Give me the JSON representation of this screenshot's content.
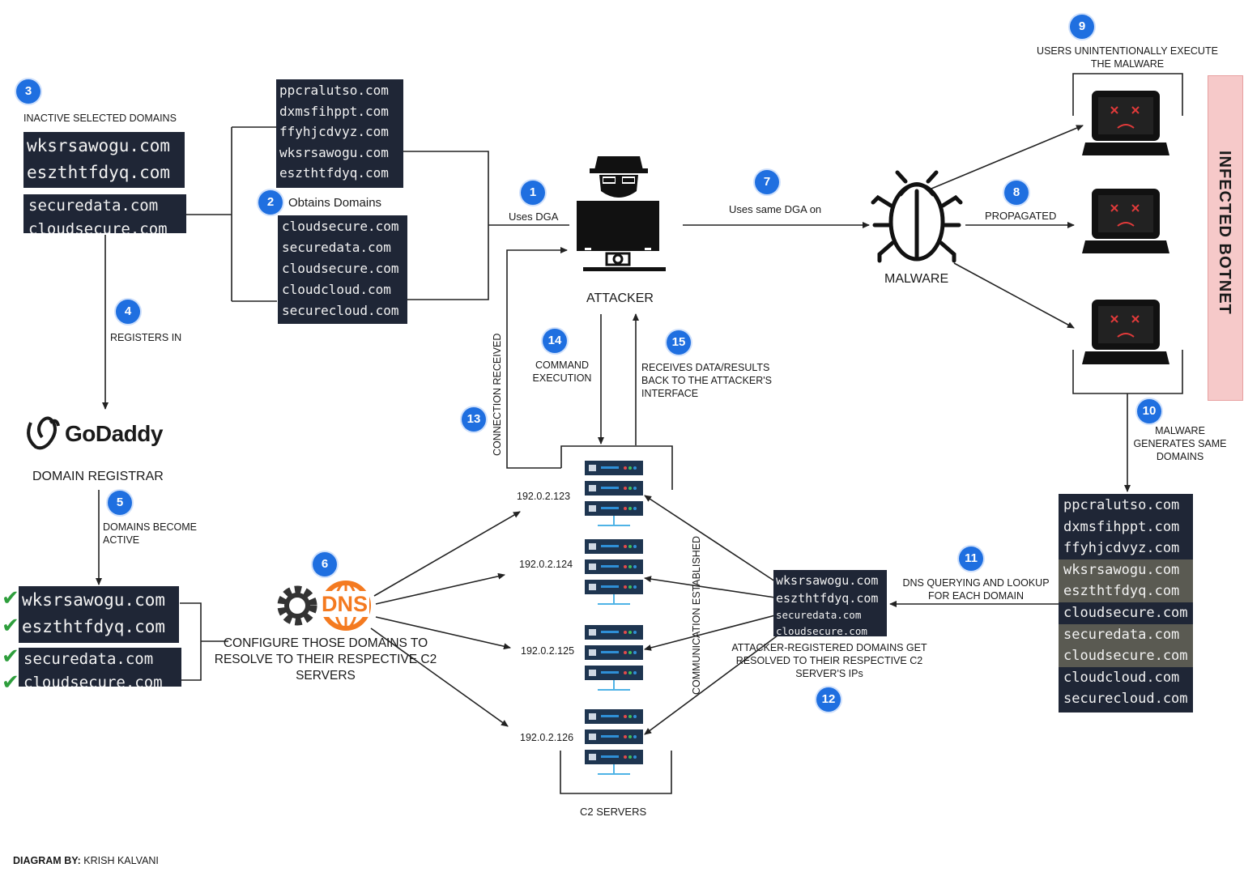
{
  "labels": {
    "inactive_selected": "INACTIVE SELECTED DOMAINS",
    "obtains_domains": "Obtains Domains",
    "uses_dga": "Uses DGA",
    "attacker": "ATTACKER",
    "uses_same_dga": "Uses same DGA on",
    "malware": "MALWARE",
    "propagated": "PROPAGATED",
    "users_execute": "USERS UNINTENTIONALLY EXECUTE THE MALWARE",
    "infected_botnet": "INFECTED BOTNET",
    "registers_in": "REGISTERS IN",
    "registrar_brand": "GoDaddy",
    "domain_registrar": "DOMAIN REGISTRAR",
    "domains_become_active": "DOMAINS BECOME ACTIVE",
    "configure": "CONFIGURE THOSE DOMAINS TO RESOLVE TO THEIR RESPECTIVE C2 SERVERS",
    "dns_logo": "DNS",
    "command_execution": "COMMAND EXECUTION",
    "receives_data": "RECEIVES DATA/RESULTS BACK TO THE ATTACKER'S INTERFACE",
    "connection_received": "CONNECTION RECEIVED",
    "communication_established": "COMMUNICATION ESTABLISHED",
    "malware_generates": "MALWARE GENERATES SAME DOMAINS",
    "dns_querying": "DNS QUERYING AND LOOKUP FOR EACH DOMAIN",
    "attacker_registered": "ATTACKER-REGISTERED DOMAINS GET RESOLVED TO THEIR RESPECTIVE C2 SERVER'S IPs",
    "c2_servers": "C2 SERVERS",
    "credit_prefix": "DIAGRAM BY:",
    "credit_name": "KRISH KALVANI"
  },
  "steps": [
    "1",
    "2",
    "3",
    "4",
    "5",
    "6",
    "7",
    "8",
    "9",
    "10",
    "11",
    "12",
    "13",
    "14",
    "15"
  ],
  "server_ips": [
    "192.0.2.123",
    "192.0.2.124",
    "192.0.2.125",
    "192.0.2.126"
  ],
  "inactive_domains": [
    "wksrsawogu.com",
    "eszthtfdyq.com",
    "securedata.com",
    "cloudsecure.com"
  ],
  "active_domains": [
    "wksrsawogu.com",
    "eszthtfdyq.com",
    "securedata.com",
    "cloudsecure.com"
  ],
  "dga_list_1": [
    "ppcralutso.com",
    "dxmsfihppt.com",
    "ffyhjcdvyz.com",
    "wksrsawogu.com",
    "eszthtfdyq.com"
  ],
  "dga_list_2": [
    "cloudsecure.com",
    "securedata.com",
    "cloudsecure.com",
    "cloudcloud.com",
    "securecloud.com"
  ],
  "malware_domains": [
    "ppcralutso.com",
    "dxmsfihppt.com",
    "ffyhjcdvyz.com",
    "wksrsawogu.com",
    "eszthtfdyq.com",
    "cloudsecure.com",
    "securedata.com",
    "cloudsecure.com",
    "cloudcloud.com",
    "securecloud.com"
  ],
  "resolved_domains": [
    "wksrsawogu.com",
    "eszthtfdyq.com",
    "securedata.com",
    "cloudsecure.com"
  ],
  "icons": [
    "attacker-hacker-icon",
    "malware-bug-icon",
    "infected-laptop-icon",
    "server-rack-icon",
    "dns-gear-icon",
    "godaddy-logo",
    "checkmark-icon"
  ],
  "colors": {
    "step_badge": "#1f6fe0",
    "terminal_bg": "#1f2636",
    "botnet_bg": "#f6c9c9",
    "dns_orange": "#f47a20",
    "check_green": "#2e9e3c"
  }
}
